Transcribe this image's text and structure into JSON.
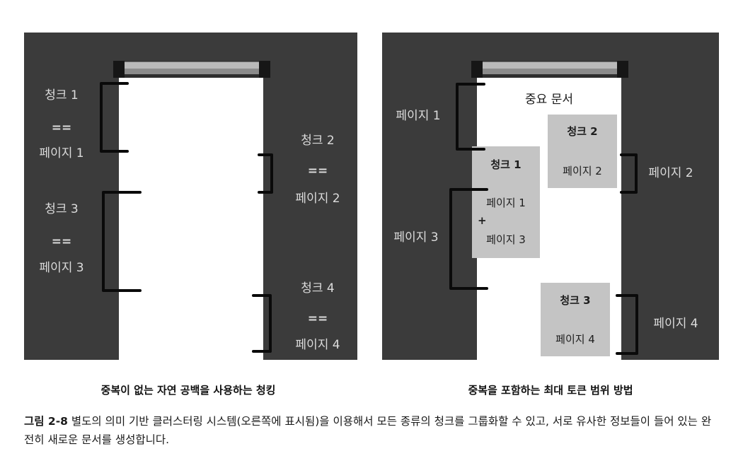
{
  "left": {
    "label_chunk1": "청크 1",
    "label_eq1": "==",
    "label_page1": "페이지 1",
    "label_chunk2": "청크 2",
    "label_eq2": "==",
    "label_page2": "페이지 2",
    "label_chunk3": "청크 3",
    "label_eq3": "==",
    "label_page3": "페이지 3",
    "label_chunk4": "청크 4",
    "label_eq4": "==",
    "label_page4": "페이지 4",
    "subtitle": "중복이 없는 자연 공백을 사용하는 청킹"
  },
  "right": {
    "doc_title": "중요 문서",
    "page1": "페이지 1",
    "page2": "페이지 2",
    "page3": "페이지 3",
    "page4": "페이지 4",
    "box_chunk1": {
      "title": "청크 1",
      "line1": "페이지 1",
      "plus": "+",
      "line2": "페이지 3"
    },
    "box_chunk2": {
      "title": "청크 2",
      "line1": "페이지 2"
    },
    "box_chunk3": {
      "title": "청크 3",
      "line1": "페이지 4"
    },
    "subtitle": "중복을 포함하는 최대 토큰 범위 방법"
  },
  "caption": {
    "figure_number": "그림 2-8",
    "text": " 별도의 의미 기반 클러스터링 시스템(오른쪽에 표시됨)을 이용해서 모든 종류의 청크를 그룹화할 수 있고, 서로 유사한 정보들이 들어 있는 완전히 새로운 문서를 생성합니다."
  },
  "colors": {
    "panel": "#3b3b3b",
    "document": "#ffffff",
    "chunk_box": "#c4c4c4",
    "label": "#dcdcdc"
  }
}
